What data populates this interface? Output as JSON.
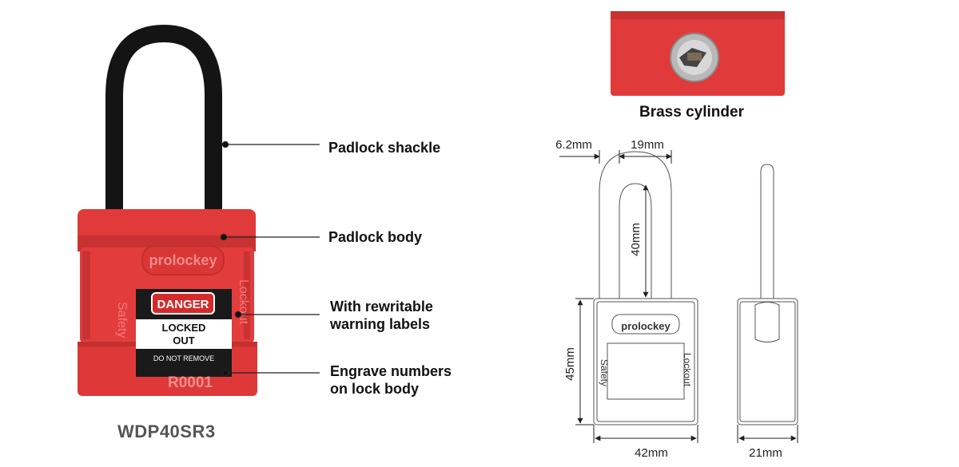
{
  "product": {
    "model": "WDP40SR3",
    "brand_text": "prolockey",
    "side_text_left": "Safety",
    "side_text_right": "Lockout",
    "serial": "R0001",
    "label": {
      "header": "DANGER",
      "line1": "LOCKED",
      "line2": "OUT",
      "footer": "DO NOT REMOVE"
    }
  },
  "callouts": [
    {
      "line1": "Padlock shackle",
      "line2": ""
    },
    {
      "line1": "Padlock body",
      "line2": ""
    },
    {
      "line1": "With rewritable",
      "line2": "warning labels"
    },
    {
      "line1": "Engrave numbers",
      "line2": "on lock body"
    }
  ],
  "cylinder_caption": "Brass cylinder",
  "dimensions": {
    "shackle_thickness": "6.2mm",
    "shackle_inner_width": "19mm",
    "shackle_clearance": "40mm",
    "body_height": "45mm",
    "body_width": "42mm",
    "body_depth": "21mm"
  },
  "colors": {
    "body_red": "#e03a3a",
    "body_red_dark": "#c42b2b",
    "shackle_black": "#141414",
    "label_black": "#1a1a1a",
    "line": "#333333"
  }
}
